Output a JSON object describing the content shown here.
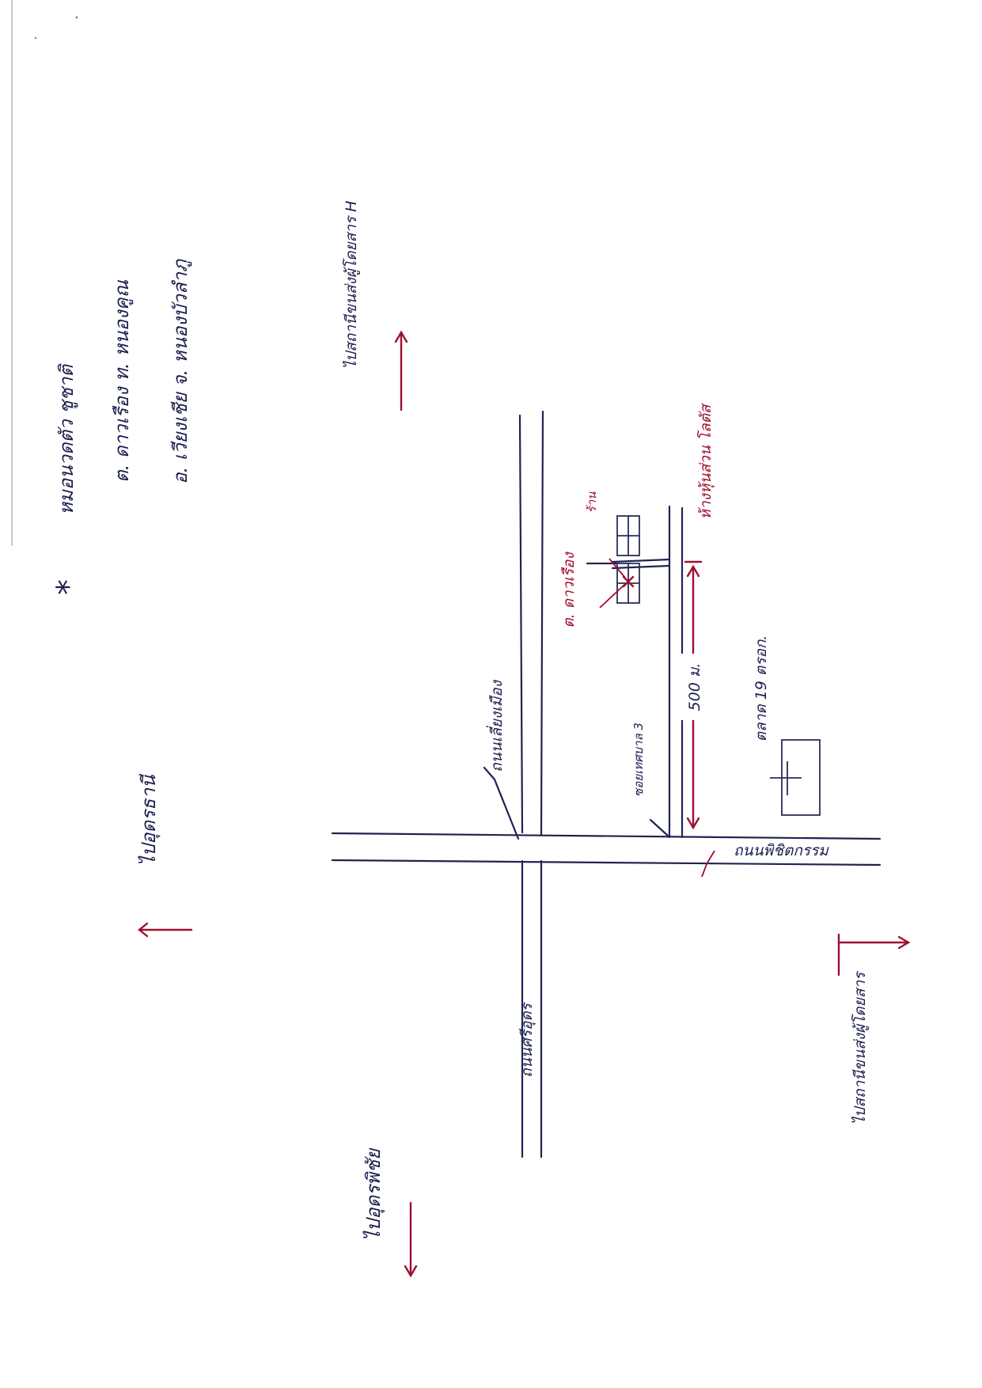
{
  "colors": {
    "blue_ink": "#1b1f4d",
    "red_ink": "#9e1030",
    "paper": "#ffffff"
  },
  "note_block": {
    "star": "*",
    "lines": [
      "หมอนวดตัว  ชูชาติ",
      "ต. ดาวเรือง  ท. หนองคูณ",
      "อ. เวียงเชีย  จ. หนองบัวลำภู"
    ]
  },
  "directions": {
    "top_left": "ไปอุดรธานี",
    "top_right": "ไปสถานีขนส่งผู้โดยสาร H",
    "bottom_left": "ไปอุดรพิชัย",
    "bottom_right": "ไปสถานีขนส่งผู้โดยสาร"
  },
  "roads": {
    "upper_vertical": "ถนนเลี่ยงเมือง",
    "lower_vertical": "ถนนศรีอุดร",
    "horizontal": "ถนนพิชิตกรรม",
    "alley": "ซอยเทศบาล 3"
  },
  "landmarks": {
    "house": "ต. ดาวเรือง",
    "destination": "ร้าน",
    "shop": "ห้างหุ้นส่วน โลตัส",
    "distance": "500 ม.",
    "market": "ตลาด 19 ตรอก."
  }
}
